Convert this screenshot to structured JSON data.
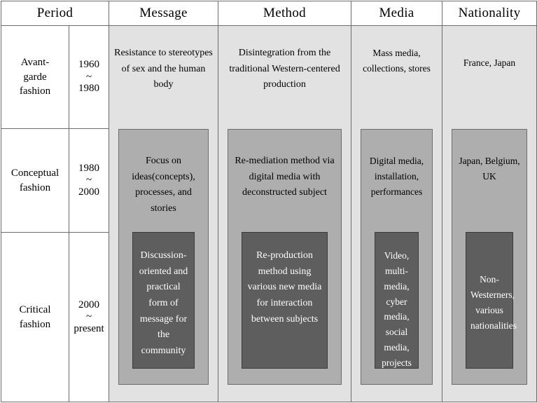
{
  "table": {
    "headers": [
      {
        "id": "period",
        "label": "Period"
      },
      {
        "id": "message",
        "label": "Message"
      },
      {
        "id": "method",
        "label": "Method"
      },
      {
        "id": "media",
        "label": "Media"
      },
      {
        "id": "nationality",
        "label": "Nationality"
      }
    ],
    "rows": [
      {
        "period": "Avant-\ngarde\nfashion",
        "period_line1": "Avant-",
        "period_line2": "garde",
        "period_line3": "fashion",
        "year_start": "1960",
        "year_sep": "~",
        "year_end": "1980",
        "message": "Resistance to stereotypes of sex and the human body",
        "method": "Disintegration from the traditional Western-centered production",
        "media": "Mass media, collections, stores",
        "nationality": "France, Japan"
      },
      {
        "period_line1": "Conceptual",
        "period_line2": "fashion",
        "year_start": "1980",
        "year_sep": "~",
        "year_end": "2000",
        "message": "Focus on ideas(concepts), processes, and stories",
        "method": "Re-mediation method via digital media with deconstructed subject",
        "media": "Digital media, installation, performances",
        "nationality": "Japan, Belgium, UK"
      },
      {
        "period_line1": "Critical",
        "period_line2": "fashion",
        "year_start": "2000",
        "year_sep": "~",
        "year_end": "present",
        "message": "Discussion-oriented and practical form of message for the community",
        "method": "Re-production method using various new media for interaction between subjects",
        "media": "Video, multi-media, cyber media, social media, projects",
        "nationality": "Non-Westerners, various nationalities"
      }
    ]
  },
  "colors": {
    "layer_light": "#e2e2e2",
    "layer_medium": "#aeaeae",
    "layer_dark": "#5e5e5e",
    "border": "#6d6d6d",
    "background": "#ffffff",
    "text": "#000000",
    "text_inverse": "#ffffff"
  }
}
